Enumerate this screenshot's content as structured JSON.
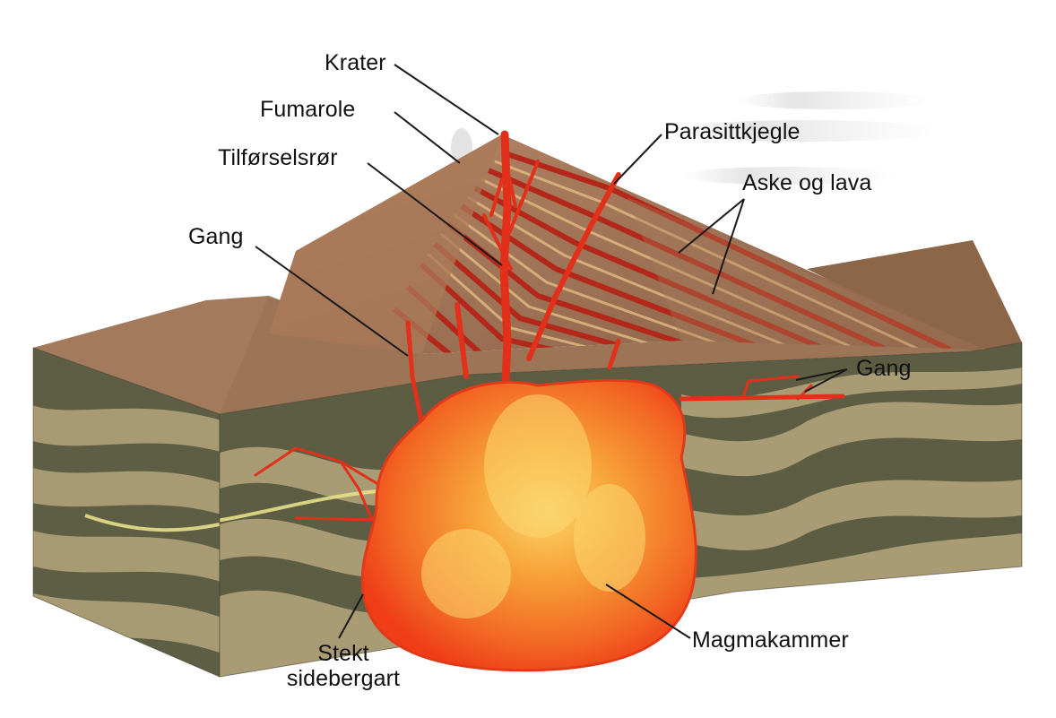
{
  "labels": {
    "krater": "Krater",
    "fumarole": "Fumarole",
    "tilforselsror": "Tilførselsrør",
    "gang_left": "Gang",
    "parasittkjegle": "Parasittkjegle",
    "aske_og_lava": "Aske og lava",
    "gang_right": "Gang",
    "magmakammer": "Magmakammer",
    "stekt_line1": "Stekt",
    "stekt_line2": "sidebergart"
  },
  "colors": {
    "magma": "#f0401a",
    "magma_core": "#f7b03a",
    "cone_surface": "#a0714f",
    "lava_stripe": "#b52a14",
    "ash_stripe": "#d8b07a",
    "rock_dark": "#5b5c42",
    "rock_light": "#a99a72",
    "leader_line": "#1a1a1a"
  }
}
